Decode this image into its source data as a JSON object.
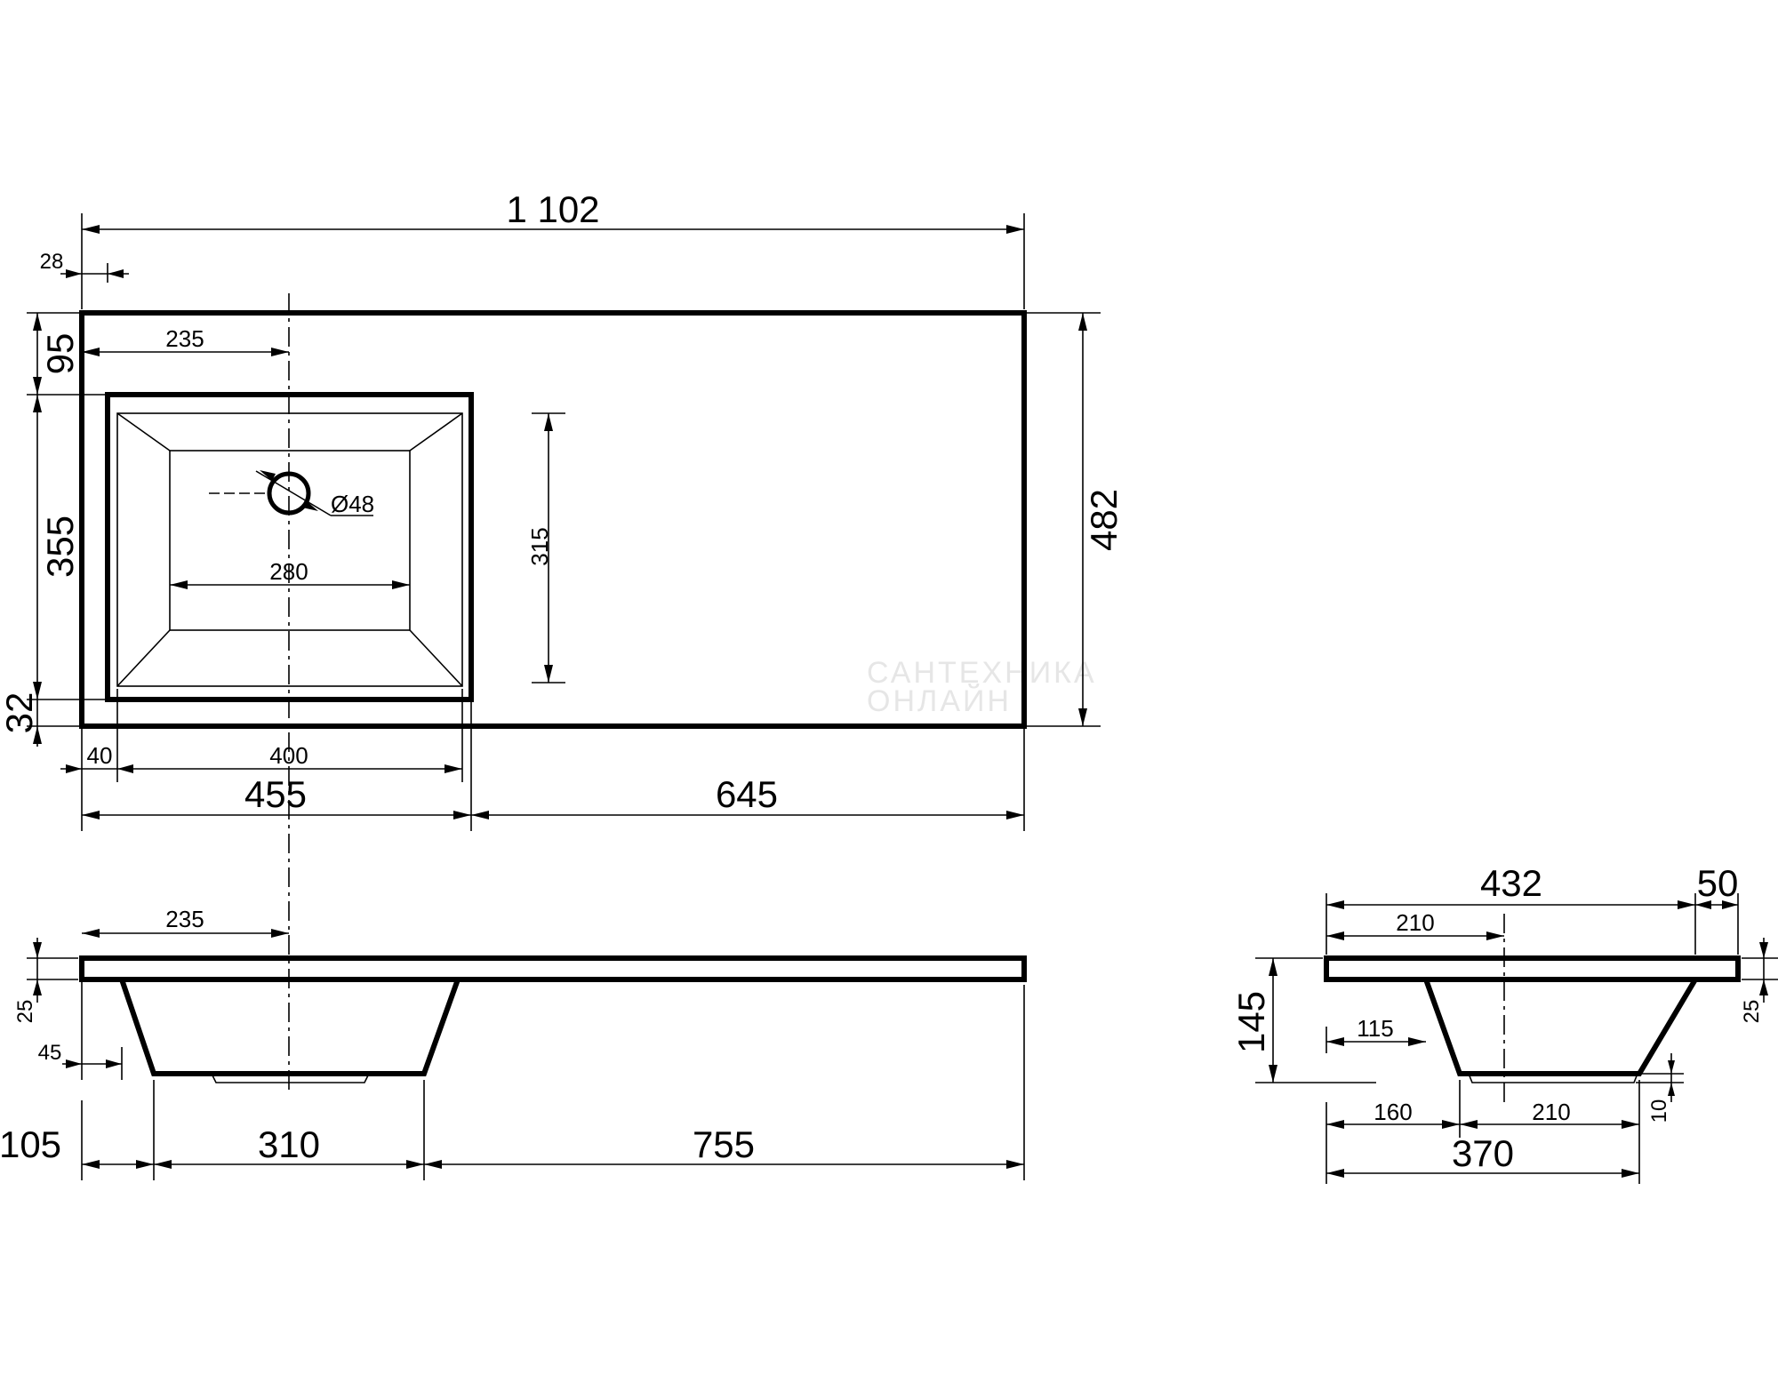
{
  "top_view": {
    "total_length": "1 102",
    "offset_28": "28",
    "depth": "482",
    "edge_95": "95",
    "bowl_depth": "355",
    "edge_32": "32",
    "drain_offset": "235",
    "drain_diameter": "Ø48",
    "bowl_inner_width": "280",
    "inner_depth": "315",
    "side_40": "40",
    "bowl_width": "400",
    "bowl_section": "455",
    "shelf_section": "645"
  },
  "front_view": {
    "drain_offset": "235",
    "thickness": "25",
    "taper": "45",
    "left_part": "105",
    "bottom_width": "310",
    "right_part": "755"
  },
  "side_view": {
    "top_width": "432",
    "overhang": "50",
    "half_width": "210",
    "height": "145",
    "thickness": "25",
    "taper": "115",
    "bottom_thickness": "10",
    "bottom_left": "160",
    "bottom_right": "210",
    "bottom_total": "370"
  },
  "watermark": {
    "line1": "САНТЕХНИКА",
    "line2": "ОНЛАЙН"
  }
}
